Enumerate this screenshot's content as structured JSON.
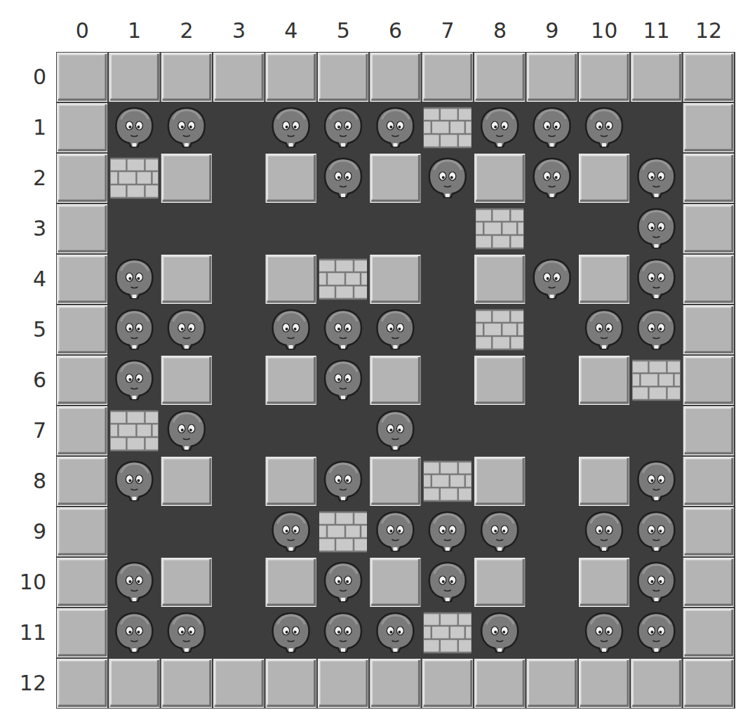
{
  "diagram": {
    "labels": [
      "0",
      "1",
      "2",
      "3",
      "4",
      "5",
      "6",
      "7",
      "8",
      "9",
      "10",
      "11",
      "12",
      "0",
      "1",
      "2",
      "3",
      "4",
      "5",
      "6",
      "7",
      "8",
      "9",
      "10",
      "11",
      "12"
    ]
  }
}
